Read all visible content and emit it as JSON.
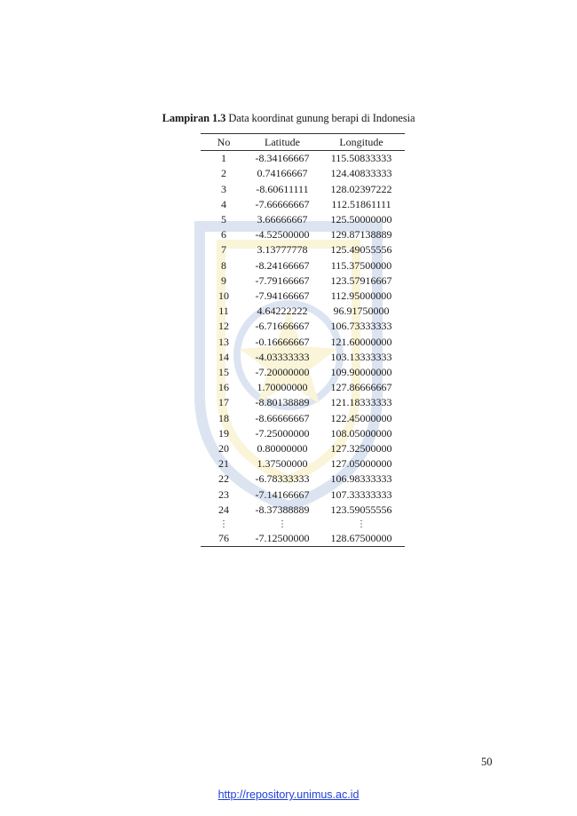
{
  "caption": {
    "label": "Lampiran 1.3",
    "text": " Data koordinat gunung berapi di Indonesia"
  },
  "table": {
    "headers": [
      "No",
      "Latitude",
      "Longitude"
    ],
    "rows": [
      [
        "1",
        "-8.34166667",
        "115.50833333"
      ],
      [
        "2",
        "0.74166667",
        "124.40833333"
      ],
      [
        "3",
        "-8.60611111",
        "128.02397222"
      ],
      [
        "4",
        "-7.66666667",
        "112.51861111"
      ],
      [
        "5",
        "3.66666667",
        "125.50000000"
      ],
      [
        "6",
        "-4.52500000",
        "129.87138889"
      ],
      [
        "7",
        "3.13777778",
        "125.49055556"
      ],
      [
        "8",
        "-8.24166667",
        "115.37500000"
      ],
      [
        "9",
        "-7.79166667",
        "123.57916667"
      ],
      [
        "10",
        "-7.94166667",
        "112.95000000"
      ],
      [
        "11",
        "4.64222222",
        "96.91750000"
      ],
      [
        "12",
        "-6.71666667",
        "106.73333333"
      ],
      [
        "13",
        "-0.16666667",
        "121.60000000"
      ],
      [
        "14",
        "-4.03333333",
        "103.13333333"
      ],
      [
        "15",
        "-7.20000000",
        "109.90000000"
      ],
      [
        "16",
        "1.70000000",
        "127.86666667"
      ],
      [
        "17",
        "-8.80138889",
        "121.18333333"
      ],
      [
        "18",
        "-8.66666667",
        "122.45000000"
      ],
      [
        "19",
        "-7.25000000",
        "108.05000000"
      ],
      [
        "20",
        "0.80000000",
        "127.32500000"
      ],
      [
        "21",
        "1.37500000",
        "127.05000000"
      ],
      [
        "22",
        "-6.78333333",
        "106.98333333"
      ],
      [
        "23",
        "-7.14166667",
        "107.33333333"
      ],
      [
        "24",
        "-8.37388889",
        "123.59055556"
      ],
      [
        "⋮",
        "⋮",
        "⋮"
      ],
      [
        "76",
        "-7.12500000",
        "128.67500000"
      ]
    ]
  },
  "page_number": "50",
  "footer_link": "http://repository.unimus.ac.id",
  "watermark_icon": "university-seal",
  "colors": {
    "link": "#1f3fdc",
    "watermark_blue": "#2a5db0",
    "watermark_gold": "#e3c21c"
  }
}
